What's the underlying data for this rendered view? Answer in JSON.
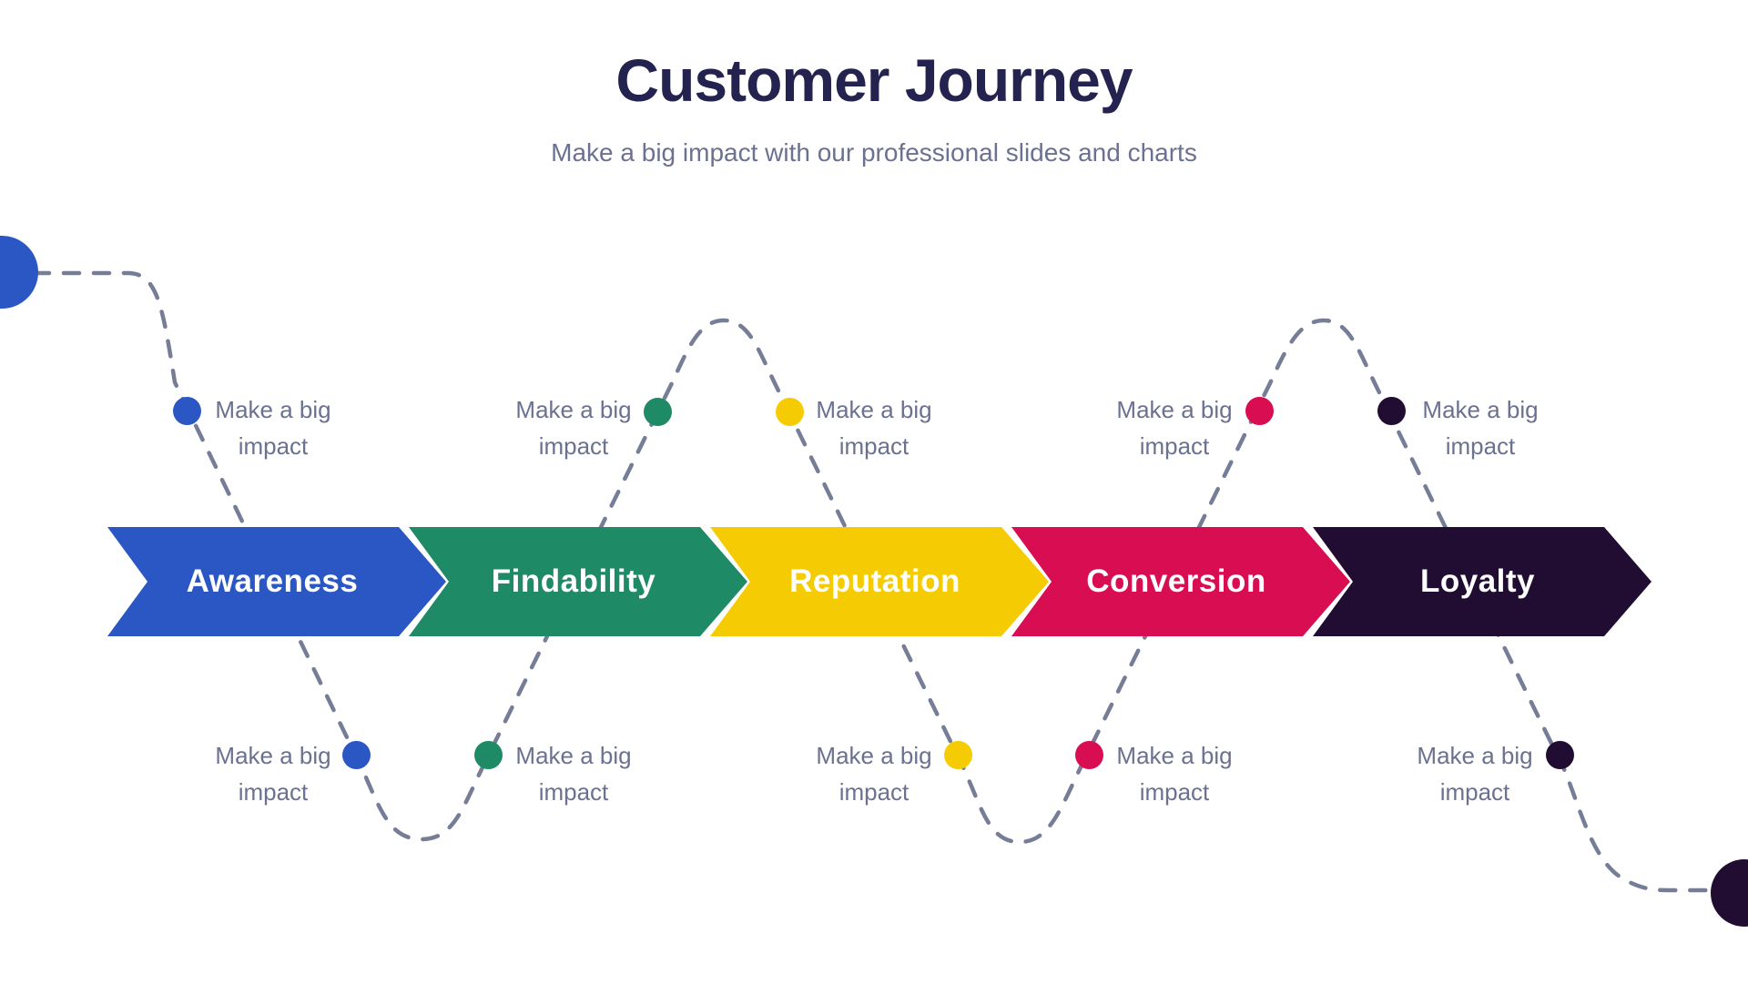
{
  "header": {
    "title": "Customer Journey",
    "subtitle": "Make a big impact with our professional slides and charts"
  },
  "stages": [
    {
      "label": "Awareness",
      "color": "#2b57c5"
    },
    {
      "label": "Findability",
      "color": "#1e8a66"
    },
    {
      "label": "Reputation",
      "color": "#f5cc04"
    },
    {
      "label": "Conversion",
      "color": "#d90e52"
    },
    {
      "label": "Loyalty",
      "color": "#200d31"
    }
  ],
  "callout_text": "Make a big impact",
  "colors": {
    "title": "#24224e",
    "muted_text": "#6b7190",
    "dashed_line": "#767d96",
    "background": "#ffffff"
  }
}
